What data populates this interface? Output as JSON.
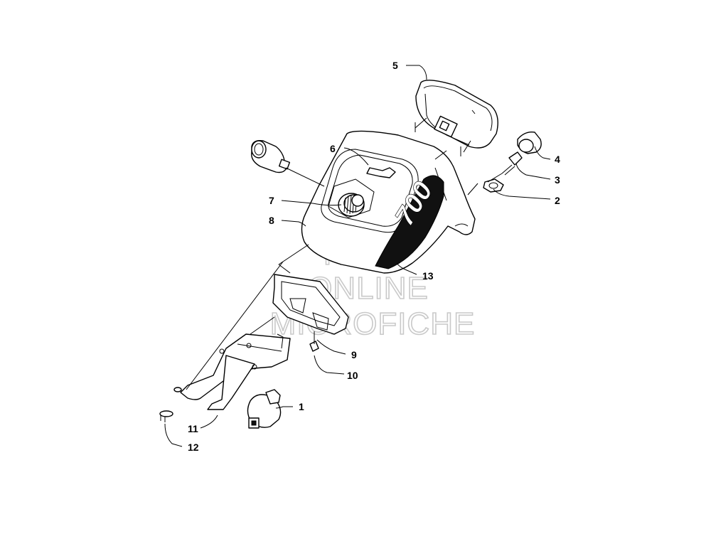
{
  "callouts": [
    {
      "id": "c1",
      "label": "1"
    },
    {
      "id": "c2",
      "label": "2"
    },
    {
      "id": "c3",
      "label": "3"
    },
    {
      "id": "c4",
      "label": "4"
    },
    {
      "id": "c5",
      "label": "5"
    },
    {
      "id": "c6",
      "label": "6"
    },
    {
      "id": "c7",
      "label": "7"
    },
    {
      "id": "c8",
      "label": "8"
    },
    {
      "id": "c9",
      "label": "9"
    },
    {
      "id": "c10",
      "label": "10"
    },
    {
      "id": "c11",
      "label": "11"
    },
    {
      "id": "c12",
      "label": "12"
    },
    {
      "id": "c13",
      "label": "13"
    }
  ],
  "decal_text": "700",
  "watermark": {
    "line1": "HLSM",
    "line2": "ONLINE",
    "line3": "MICROFICHE"
  },
  "colors": {
    "line": "#000000",
    "background": "#ffffff",
    "watermark": "#c9c9c9"
  }
}
